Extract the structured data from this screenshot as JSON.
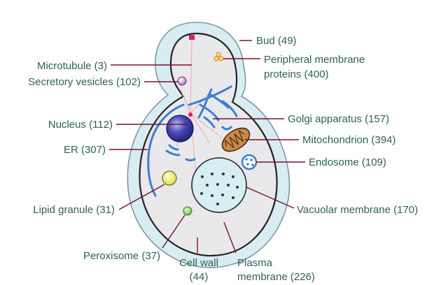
{
  "labels": {
    "bud": "Bud (49)",
    "peripheral_1": "Peripheral membrane",
    "peripheral_2": "proteins (400)",
    "microtubule": "Microtubule (3)",
    "secretory": "Secretory vesicles (102)",
    "nucleus": "Nucleus (112)",
    "golgi": "Golgi apparatus (157)",
    "mitochondrion": "Mitochondrion (394)",
    "er": "ER (307)",
    "endosome": "Endosome (109)",
    "lipid": "Lipid granule (31)",
    "vacuolar": "Vacuolar membrane (170)",
    "peroxisome": "Peroxisome (37)",
    "cellwall_1": "Cell wall",
    "cellwall_2": "(44)",
    "plasma_1": "Plasma",
    "plasma_2": "membrane (226)"
  },
  "colors": {
    "label_text": "#2f6157",
    "leader_line": "#7a1030",
    "cell_wall_fill": "#d8ecf1",
    "cytoplasm_fill": "#e9e9ec",
    "er_golgi": "#3a7fd0",
    "nucleus": "#2a2a8a",
    "vacuole_fill": "#d7eef2",
    "lipid": "#eef05a",
    "peroxisome": "#7ecf54",
    "peripheral_protein": "#f0a020"
  }
}
